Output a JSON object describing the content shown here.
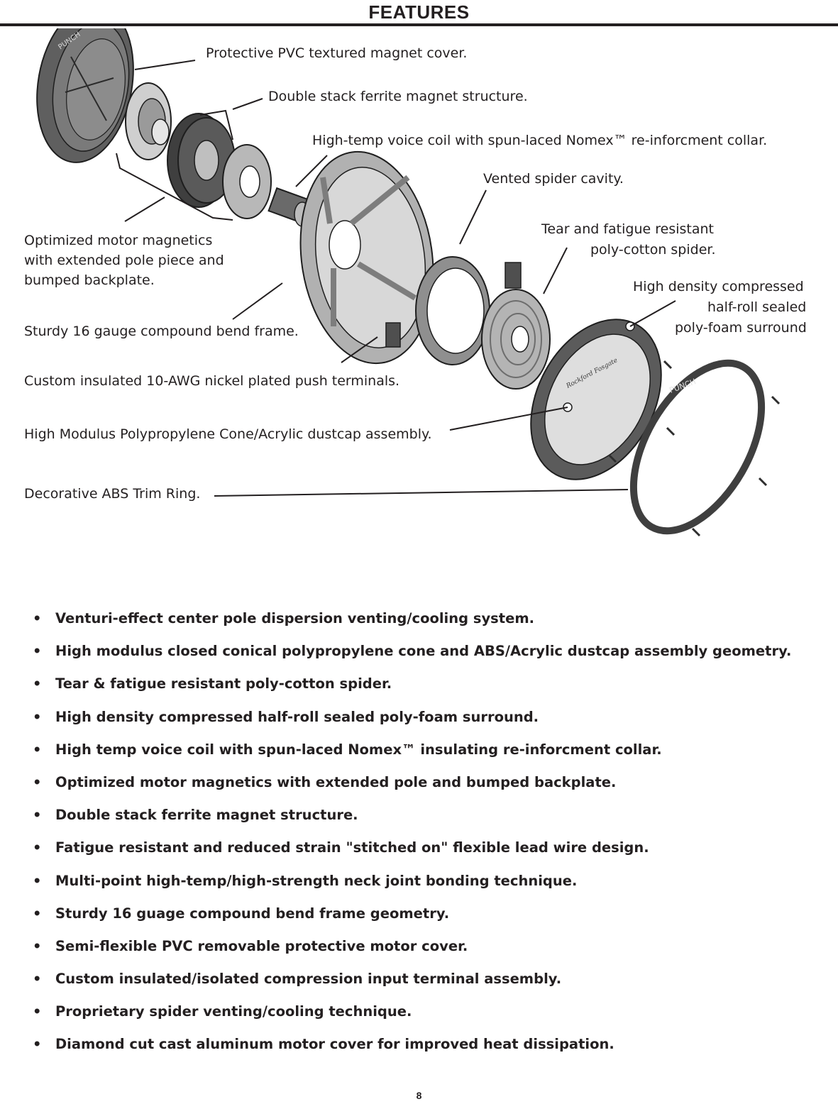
{
  "header": {
    "title": "FEATURES"
  },
  "callouts": [
    "Protective PVC textured magnet cover.",
    "Double stack ferrite magnet structure.",
    "High-temp voice coil with spun-laced Nomex™ re-inforcment collar.",
    "Vented spider cavity.",
    "Tear and fatigue resistant",
    "poly-cotton spider.",
    "Optimized motor magnetics",
    "with extended pole piece and",
    "bumped backplate.",
    "High density compressed",
    "half-roll sealed",
    "poly-foam surround",
    "Sturdy 16 gauge compound bend frame.",
    "Custom insulated 10-AWG nickel plated push terminals.",
    "High Modulus Polypropylene Cone/Acrylic dustcap assembly.",
    "Decorative ABS Trim Ring."
  ],
  "product_marks": {
    "cone_logo": "Rockford Fosgate",
    "trim_ring_text": "PUNCH",
    "cover_text": "PUNCH"
  },
  "features": [
    "Venturi-effect center pole dispersion venting/cooling system.",
    "High modulus closed conical polypropylene cone and ABS/Acrylic dustcap assembly geometry.",
    "Tear & fatigue resistant poly-cotton spider.",
    "High density compressed half-roll sealed poly-foam surround.",
    "High temp voice coil with spun-laced Nomex™ insulating re-inforcment collar.",
    "Optimized motor magnetics with extended pole and bumped backplate.",
    "Double stack ferrite magnet structure.",
    "Fatigue resistant and reduced strain \"stitched on\" flexible lead wire design.",
    "Multi-point high-temp/high-strength neck joint bonding technique.",
    "Sturdy 16 guage compound bend frame geometry.",
    "Semi-flexible PVC removable protective motor cover.",
    "Custom insulated/isolated compression input terminal assembly.",
    "Proprietary spider venting/cooling technique.",
    "Diamond cut cast aluminum motor cover for improved heat dissipation."
  ],
  "bullet_symbol": "•",
  "page_number": "8"
}
